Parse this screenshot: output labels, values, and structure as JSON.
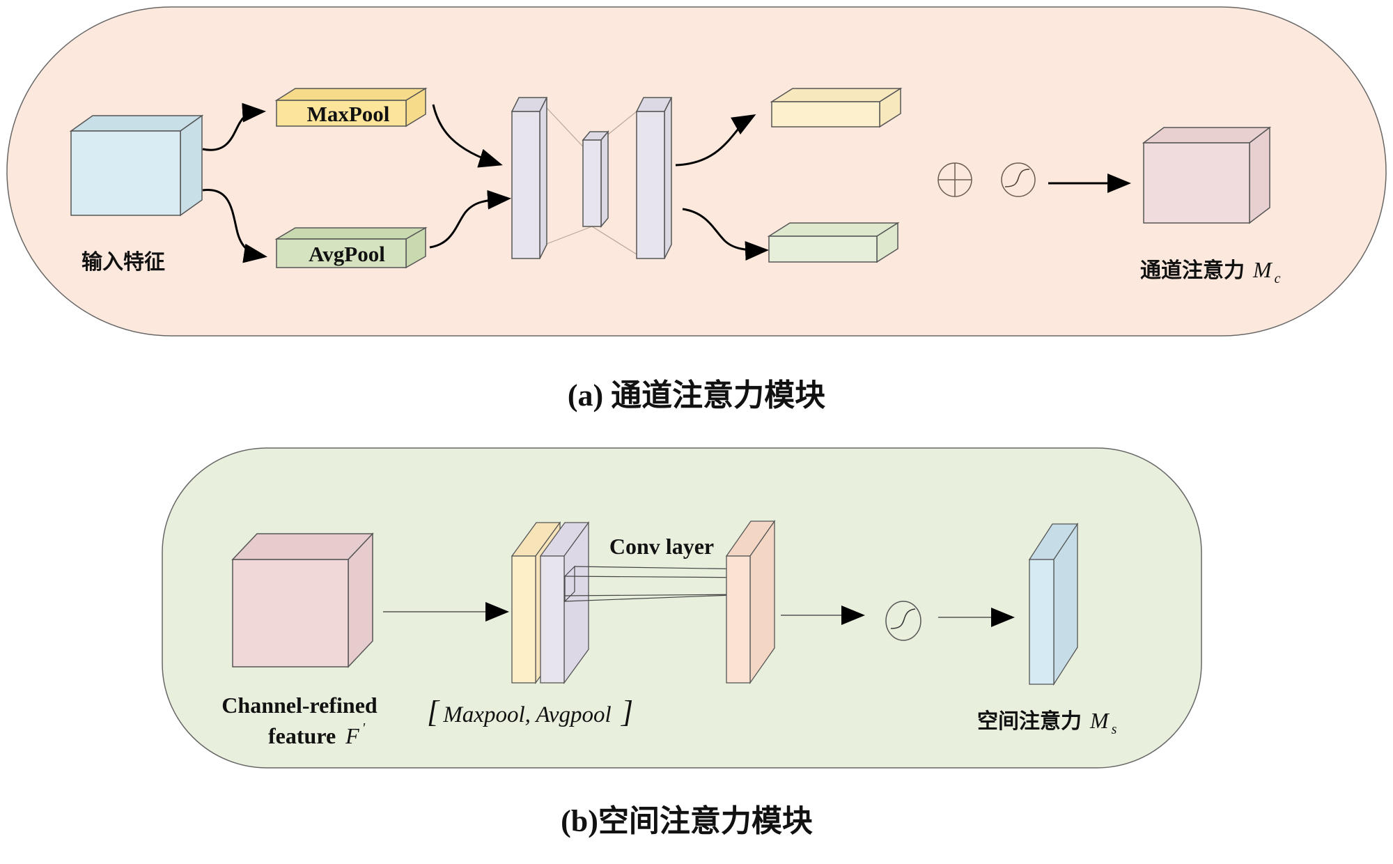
{
  "figure": {
    "channel_module": {
      "caption": "(a) 通道注意力模块",
      "input_label": "输入特征",
      "maxpool_label": "MaxPool",
      "avgpool_label": "AvgPool",
      "output_label_text": "通道注意力",
      "output_symbol": "M",
      "output_subscript": "c",
      "operators": [
        "element-wise-sum",
        "sigmoid"
      ],
      "colors": {
        "panel": "#fce8dc",
        "input_cube": "#d9ecf3",
        "maxpool": "#fce49a",
        "avgpool": "#d6e3c0",
        "mlp": "#e8e4ee",
        "out_max": "#fdf0cc",
        "out_avg": "#e6efd9",
        "output_cube": "#f0dcdc"
      }
    },
    "spatial_module": {
      "caption": "(b)空间注意力模块",
      "input_label_line1": "Channel-refined",
      "input_label_line2": "feature",
      "input_symbol": "F",
      "input_symbol_prime": "'",
      "concat_label": "[Maxpool, Avgpool]",
      "conv_label": "Conv layer",
      "output_label_text": "空间注意力",
      "output_symbol": "M",
      "output_subscript": "s",
      "operators": [
        "sigmoid"
      ],
      "colors": {
        "panel": "#e8efdd",
        "input_cube": "#f0d8d8",
        "maxpool_map": "#fdefc8",
        "avgpool_map": "#e8e4ee",
        "conv_map": "#fbe3d3",
        "output_map": "#d6eaf3"
      }
    }
  }
}
